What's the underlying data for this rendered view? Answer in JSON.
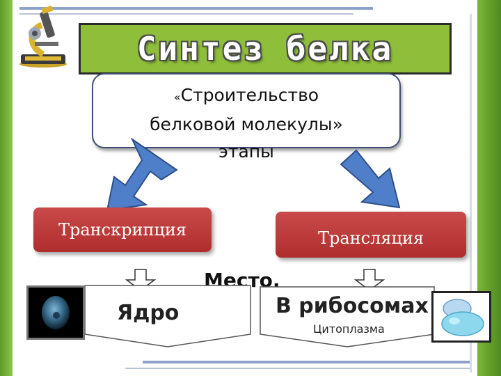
{
  "slide": {
    "title": "Синтез белка",
    "subtitle": {
      "quote_open": "«",
      "line1": "Строительство",
      "line2": "белковой молекулы",
      "quote_close": "»",
      "line3": "этапы"
    },
    "stages": [
      {
        "label": "Транскрипция"
      },
      {
        "label": "Трансляция"
      }
    ],
    "place_label": "Место.",
    "locations": [
      {
        "label": "Ядро"
      },
      {
        "label": "В рибосомах",
        "sublabel": "Цитоплазма"
      }
    ],
    "colors": {
      "title_bg": "#8fbe3a",
      "stage_bg": "#b83434",
      "arrow_blue": "#4f7fc8",
      "side_bars": "#6fab30"
    },
    "icons": [
      "microscope-icon",
      "nucleus-icon",
      "ribosome-icon"
    ]
  }
}
